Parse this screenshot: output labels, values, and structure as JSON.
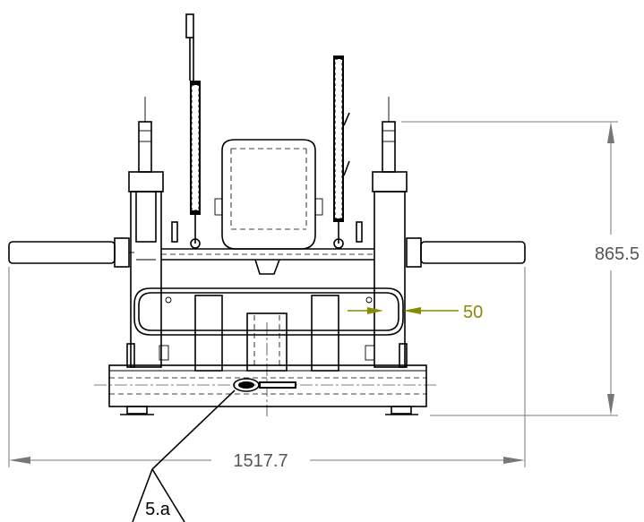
{
  "dimensions": {
    "width_label": "1517.7",
    "height_label": "865.5",
    "thickness_label": "50"
  },
  "callout": {
    "label": "5.a"
  },
  "colors": {
    "line": "#000000",
    "dimension": "#777777",
    "dimension_text": "#555555",
    "highlight": "#8a8a00"
  }
}
